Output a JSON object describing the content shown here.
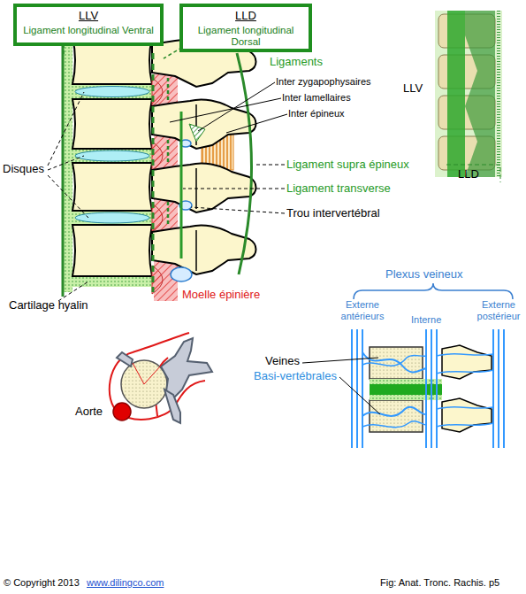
{
  "diagram": {
    "caption": "Fig: Anat. Tronc. Rachis. p5",
    "nodes": [
      {
        "text": [
          "LLV",
          "Ligament longitudinal Ventral"
        ]
      },
      {
        "text": [
          "LLD",
          "Ligament longitudinal Dorsal"
        ]
      }
    ],
    "labels": [
      "Ligaments",
      "Inter zygapophysaires",
      "Inter lamellaires",
      "Inter épineux",
      "Ligament supra épineux",
      "Ligament transverse",
      "Trou intervertébral",
      "Disques",
      "Cartilage hyalin",
      "Moelle épinière",
      "LLV",
      "LLD",
      "Aorte",
      "Plexus veineux",
      "Externe antérieurs",
      "Interne",
      "Externe postérieur",
      "Veines",
      "Basi-vertébrales",
      "© Copyright 2013",
      "www.dilingco.com"
    ]
  }
}
